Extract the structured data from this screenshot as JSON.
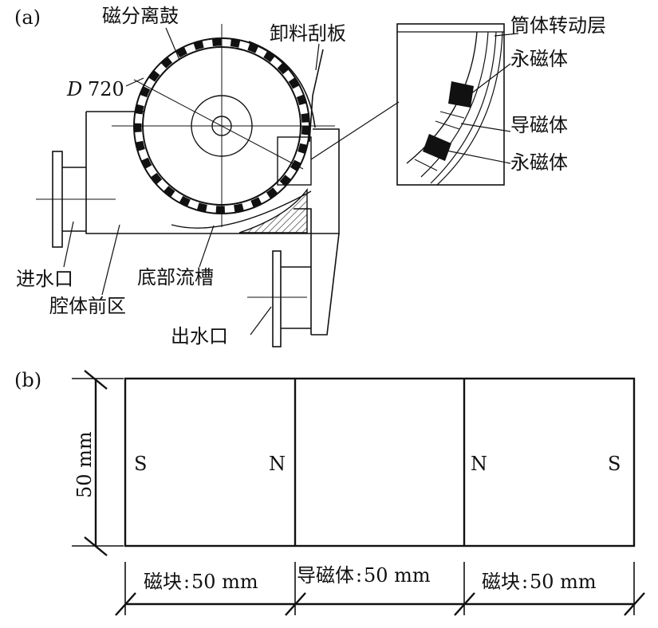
{
  "panel_a": {
    "label": "(a)",
    "drum_label": "磁分离鼓",
    "diameter_prefix": "D",
    "diameter_value": "720",
    "scraper_label": "卸料刮板",
    "inlet_label": "进水口",
    "front_chamber_label": "腔体前区",
    "bottom_channel_label": "底部流槽",
    "outlet_label": "出水口",
    "detail": {
      "shell_label": "筒体转动层",
      "magnet_label_1": "永磁体",
      "conductor_label": "导磁体",
      "magnet_label_2": "永磁体"
    }
  },
  "panel_b": {
    "label": "(b)",
    "height_dim": "50 mm",
    "poles": [
      "S",
      "N",
      "N",
      "S"
    ],
    "segments": [
      {
        "label": "磁块",
        "sep": ":",
        "size": "50 mm"
      },
      {
        "label": "导磁体",
        "sep": ":",
        "size": "50 mm"
      },
      {
        "label": "磁块",
        "sep": ":",
        "size": "50 mm"
      }
    ]
  }
}
